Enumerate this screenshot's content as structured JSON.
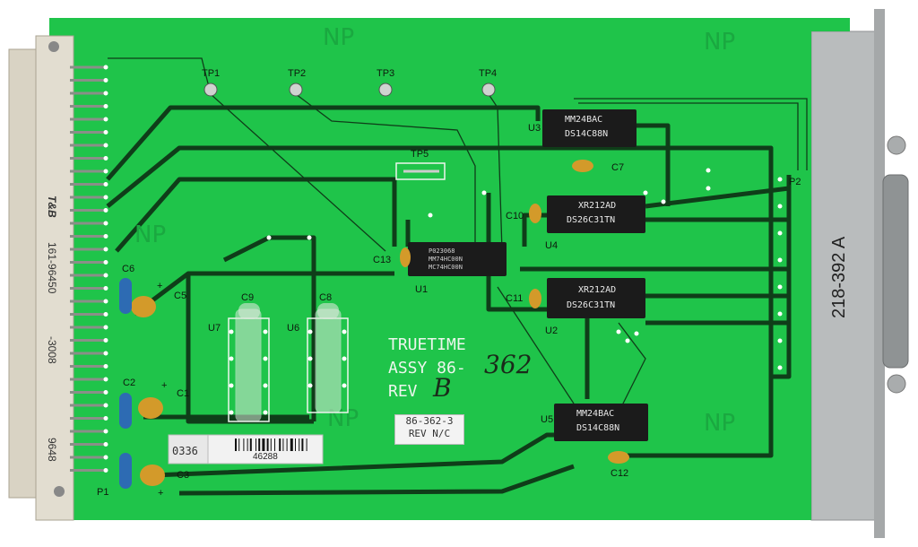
{
  "board": {
    "pcb_green": "#1fc44a",
    "trace_color": "#0f3d19",
    "connector_left": "#d9d3c4",
    "connector_right": "#b9bcbd",
    "chip_color": "#1b1b1b",
    "cap_yellow": "#d39a2a",
    "cap_blue": "#2d6bb3"
  },
  "test_points": [
    "TP1",
    "TP2",
    "TP3",
    "TP4",
    "TP5"
  ],
  "connectors": {
    "left": "P1",
    "right": "P2"
  },
  "components": {
    "capacitors": [
      "C1",
      "C2",
      "C3",
      "C5",
      "C6",
      "C7",
      "C8",
      "C9",
      "C10",
      "C11",
      "C12",
      "C13"
    ],
    "ics": [
      "U1",
      "U2",
      "U3",
      "U4",
      "U5",
      "U6",
      "U7"
    ],
    "polarity": "+"
  },
  "chips": {
    "u3_line1": "MM24BAC",
    "u3_line2": "DS14C88N",
    "u4_line1": "XR212AD",
    "u4_line2": "DS26C31TN",
    "u2_line1": "XR212AD",
    "u2_line2": "DS26C31TN",
    "u5_line1": "MM24BAC",
    "u5_line2": "DS14C88N",
    "u1_line1": "P023068",
    "u1_line2": "MM74HC00N",
    "u1_line3": "MC74HC00N"
  },
  "silkscreen": {
    "truetime": "TRUETIME",
    "assy": "ASSY 86-",
    "assy_number": "362",
    "rev": "REV",
    "rev_letter": "B",
    "np": "NP"
  },
  "labels": {
    "sticker_line1": "86-362-3",
    "sticker_line2": "REV N/C",
    "tag_code": "0336",
    "barcode_number": "46288",
    "right_part": "218-392 A",
    "left_brand": "T&B",
    "left_code1": "161-96450",
    "left_code2": "-3008",
    "left_code3": "9648"
  }
}
